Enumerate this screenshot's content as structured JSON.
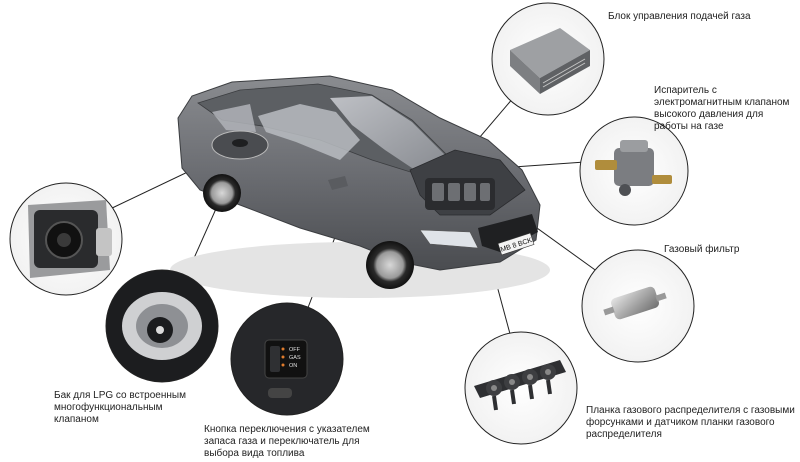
{
  "diagram": {
    "labels": {
      "control_unit": "Блок управления подачей газа",
      "evaporator": "Испаритель с электромагнитным клапаном высокого давления для работы на газе",
      "gas_filter": "Газовый фильтр",
      "rail": "Планка газового распределителя с газовыми форсунками и датчиком планки газового распределителя",
      "tank": "Бак для LPG со встроенным многофункциональным клапаном",
      "switch": "Кнопка переключения с указателем запаса газа и переключатель для выбора вида топлива"
    },
    "switch_panel": {
      "off": "OFF",
      "gas": "GAS",
      "on": "ON"
    },
    "license_plate": "MB 8 BCK"
  }
}
